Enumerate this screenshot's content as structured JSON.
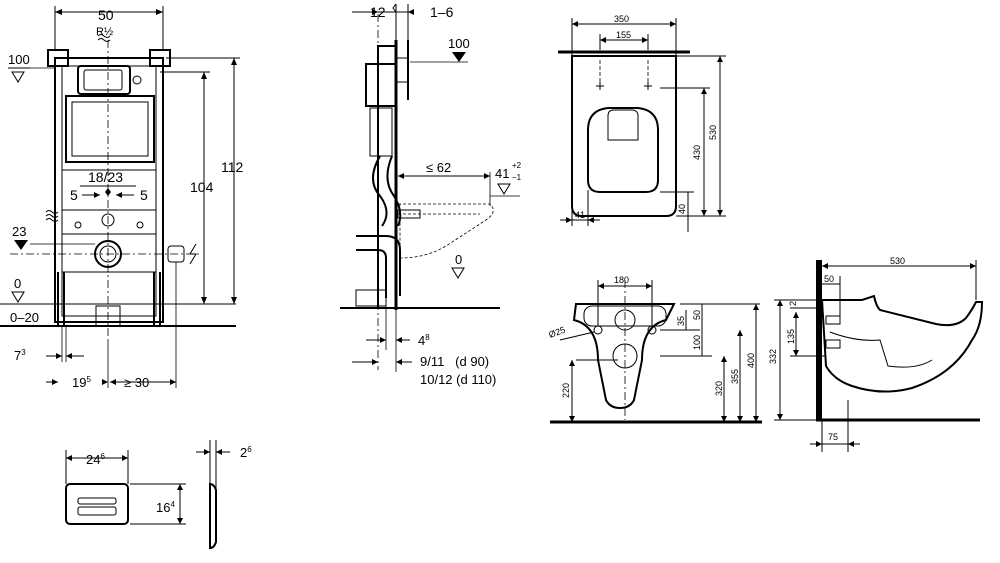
{
  "front": {
    "width": "50",
    "connection": "R½",
    "top_level": "100",
    "height_total": "112",
    "height_frame": "104",
    "spacing": "18/23",
    "offset_left": "5",
    "offset_right": "5",
    "pipe_level": "23",
    "floor_level": "0",
    "floor_range": "0–20",
    "left_gap_base": "7",
    "left_gap_sup": "3",
    "axis_dist_base": "19",
    "axis_dist_sup": "5",
    "min_dist": "≥ 30"
  },
  "side": {
    "depth": "12",
    "range": "1–6",
    "top_level": "100",
    "max_depth": "≤ 62",
    "bowl_level_base": "41",
    "bowl_tol_plus": "+2",
    "bowl_tol_minus": "−1",
    "floor_level": "0",
    "gap_base": "4",
    "gap_sup": "8",
    "pipe_d90": "9/11   (d 90)",
    "pipe_d110": "10/12 (d 110)"
  },
  "plate": {
    "width_base": "24",
    "width_sup": "6",
    "height_base": "16",
    "height_sup": "4",
    "depth_base": "2",
    "depth_sup": "6"
  },
  "bowl_top": {
    "width": "350",
    "bolt_spacing": "155",
    "depth_total": "530",
    "seat_depth": "430",
    "rim_gap": "40",
    "side_gap": "41"
  },
  "bowl_rear": {
    "bolt_spacing": "180",
    "bolt_diameter": "Ø25",
    "dim_35": "35",
    "dim_50": "50",
    "dim_100": "100",
    "dim_220": "220",
    "dim_320": "320",
    "dim_355": "355",
    "dim_400": "400"
  },
  "bowl_side": {
    "length": "530",
    "rear_offset": "50",
    "dim_2": "2",
    "dim_135": "135",
    "height_332": "332",
    "wall_gap": "75"
  }
}
